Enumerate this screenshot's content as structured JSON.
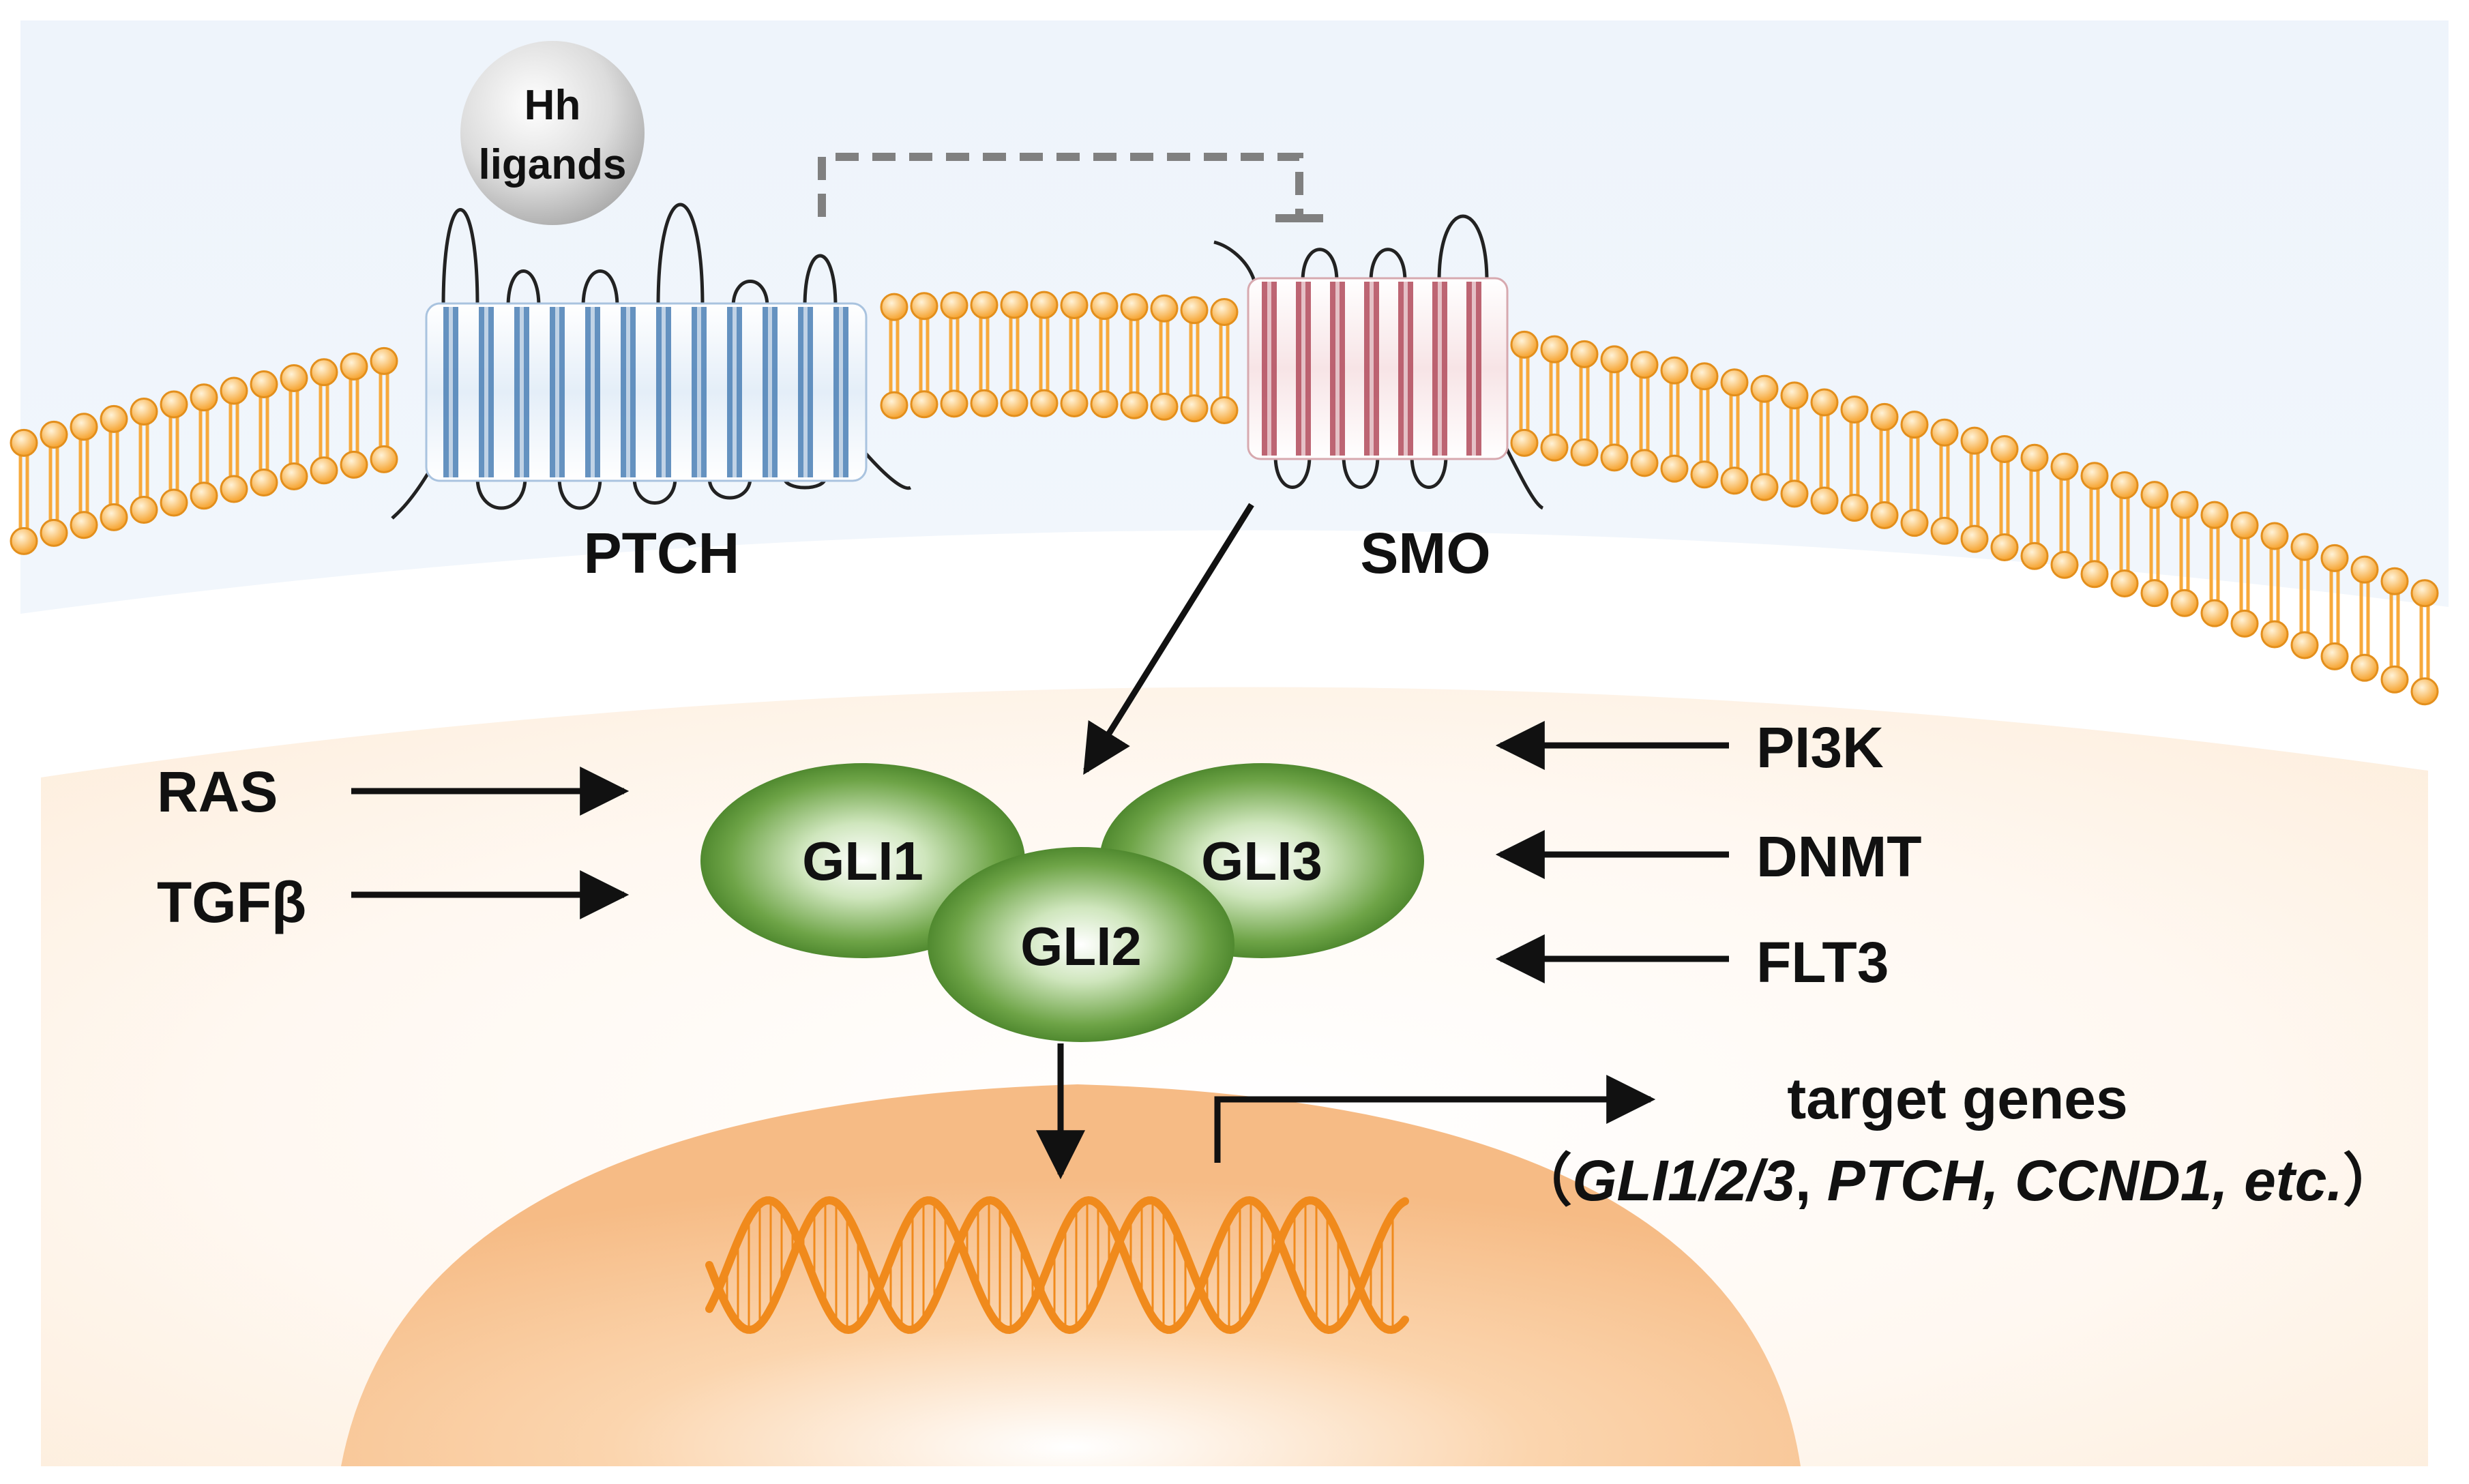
{
  "ligand": {
    "line1": "Hh",
    "line2": "ligands"
  },
  "receptors": {
    "ptch": "PTCH",
    "smo": "SMO"
  },
  "left_inputs": [
    "RAS",
    "TGFβ"
  ],
  "right_inputs": [
    "PI3K",
    "DNMT",
    "FLT3"
  ],
  "gli": [
    "GLI1",
    "GLI3",
    "GLI2"
  ],
  "target": {
    "title": "target genes",
    "open_paren": "（",
    "genes": "GLI1/2/3",
    "sep1": ", ",
    "gene2": "PTCH, CCND1, etc.",
    "close_paren": "）"
  },
  "colors": {
    "membrane": "#F7A93B",
    "ptch": "#4A7FB5",
    "smo": "#B24A5A",
    "gli": "#4E8A2A",
    "dna": "#F08A1C"
  }
}
